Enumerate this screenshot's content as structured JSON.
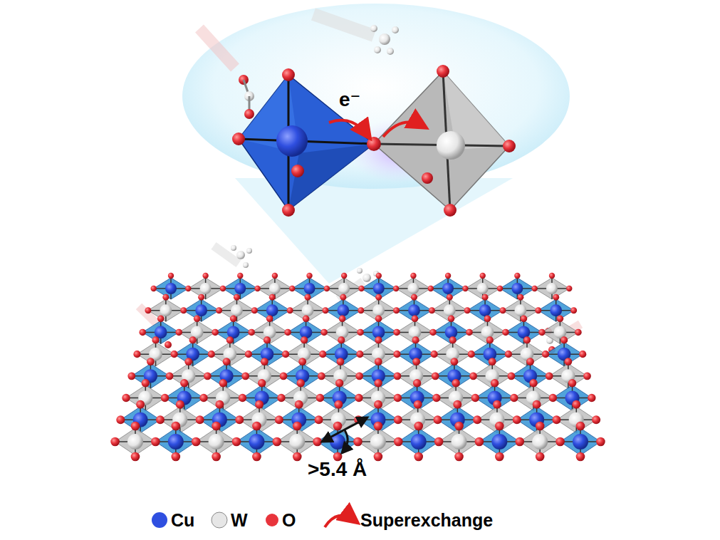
{
  "diagram": {
    "labels": [
      "e⁻",
      ">5.4 Å"
    ],
    "legend": [
      {
        "text": "Cu",
        "color": "#2f4fe0"
      },
      {
        "text": "W",
        "color": "#e6e6e6"
      },
      {
        "text": "O",
        "color": "#e8343c"
      },
      {
        "text": "Superexchange"
      }
    ]
  }
}
